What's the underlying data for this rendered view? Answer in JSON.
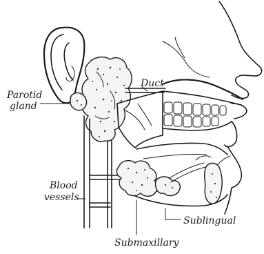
{
  "labels": {
    "duct": "Duct",
    "parotid_line1": "Parotid",
    "parotid_line2": "gland",
    "blood_line1": "Blood",
    "blood_line2": "vessels",
    "sublingual": "Sublingual",
    "submaxillary": "Submaxillary"
  }
}
